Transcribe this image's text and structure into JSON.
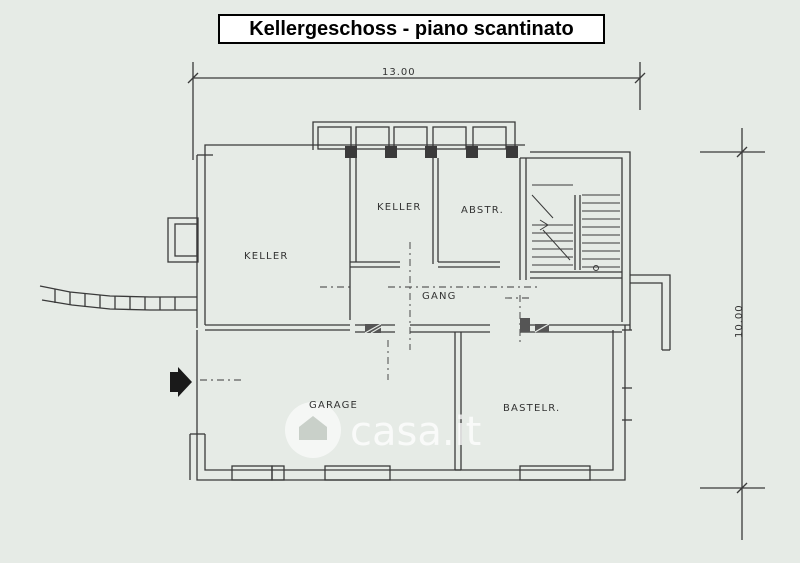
{
  "title": "Kellergeschoss - piano scantinato",
  "dimensions": {
    "width_label": "13.00",
    "height_label": "10.00"
  },
  "rooms": [
    {
      "id": "keller-main",
      "label": "KELLER"
    },
    {
      "id": "keller-small",
      "label": "KELLER"
    },
    {
      "id": "abstr",
      "label": "ABSTR."
    },
    {
      "id": "gang",
      "label": "GANG"
    },
    {
      "id": "garage",
      "label": "GARAGE"
    },
    {
      "id": "bastelr",
      "label": "BASTELR."
    }
  ],
  "watermark": {
    "text": "casa.it"
  },
  "colors": {
    "paper": "#e6ebe6",
    "wall": "#3a3a3a",
    "title_border": "#000000",
    "entrance_arrow": "#1a1a1a"
  }
}
